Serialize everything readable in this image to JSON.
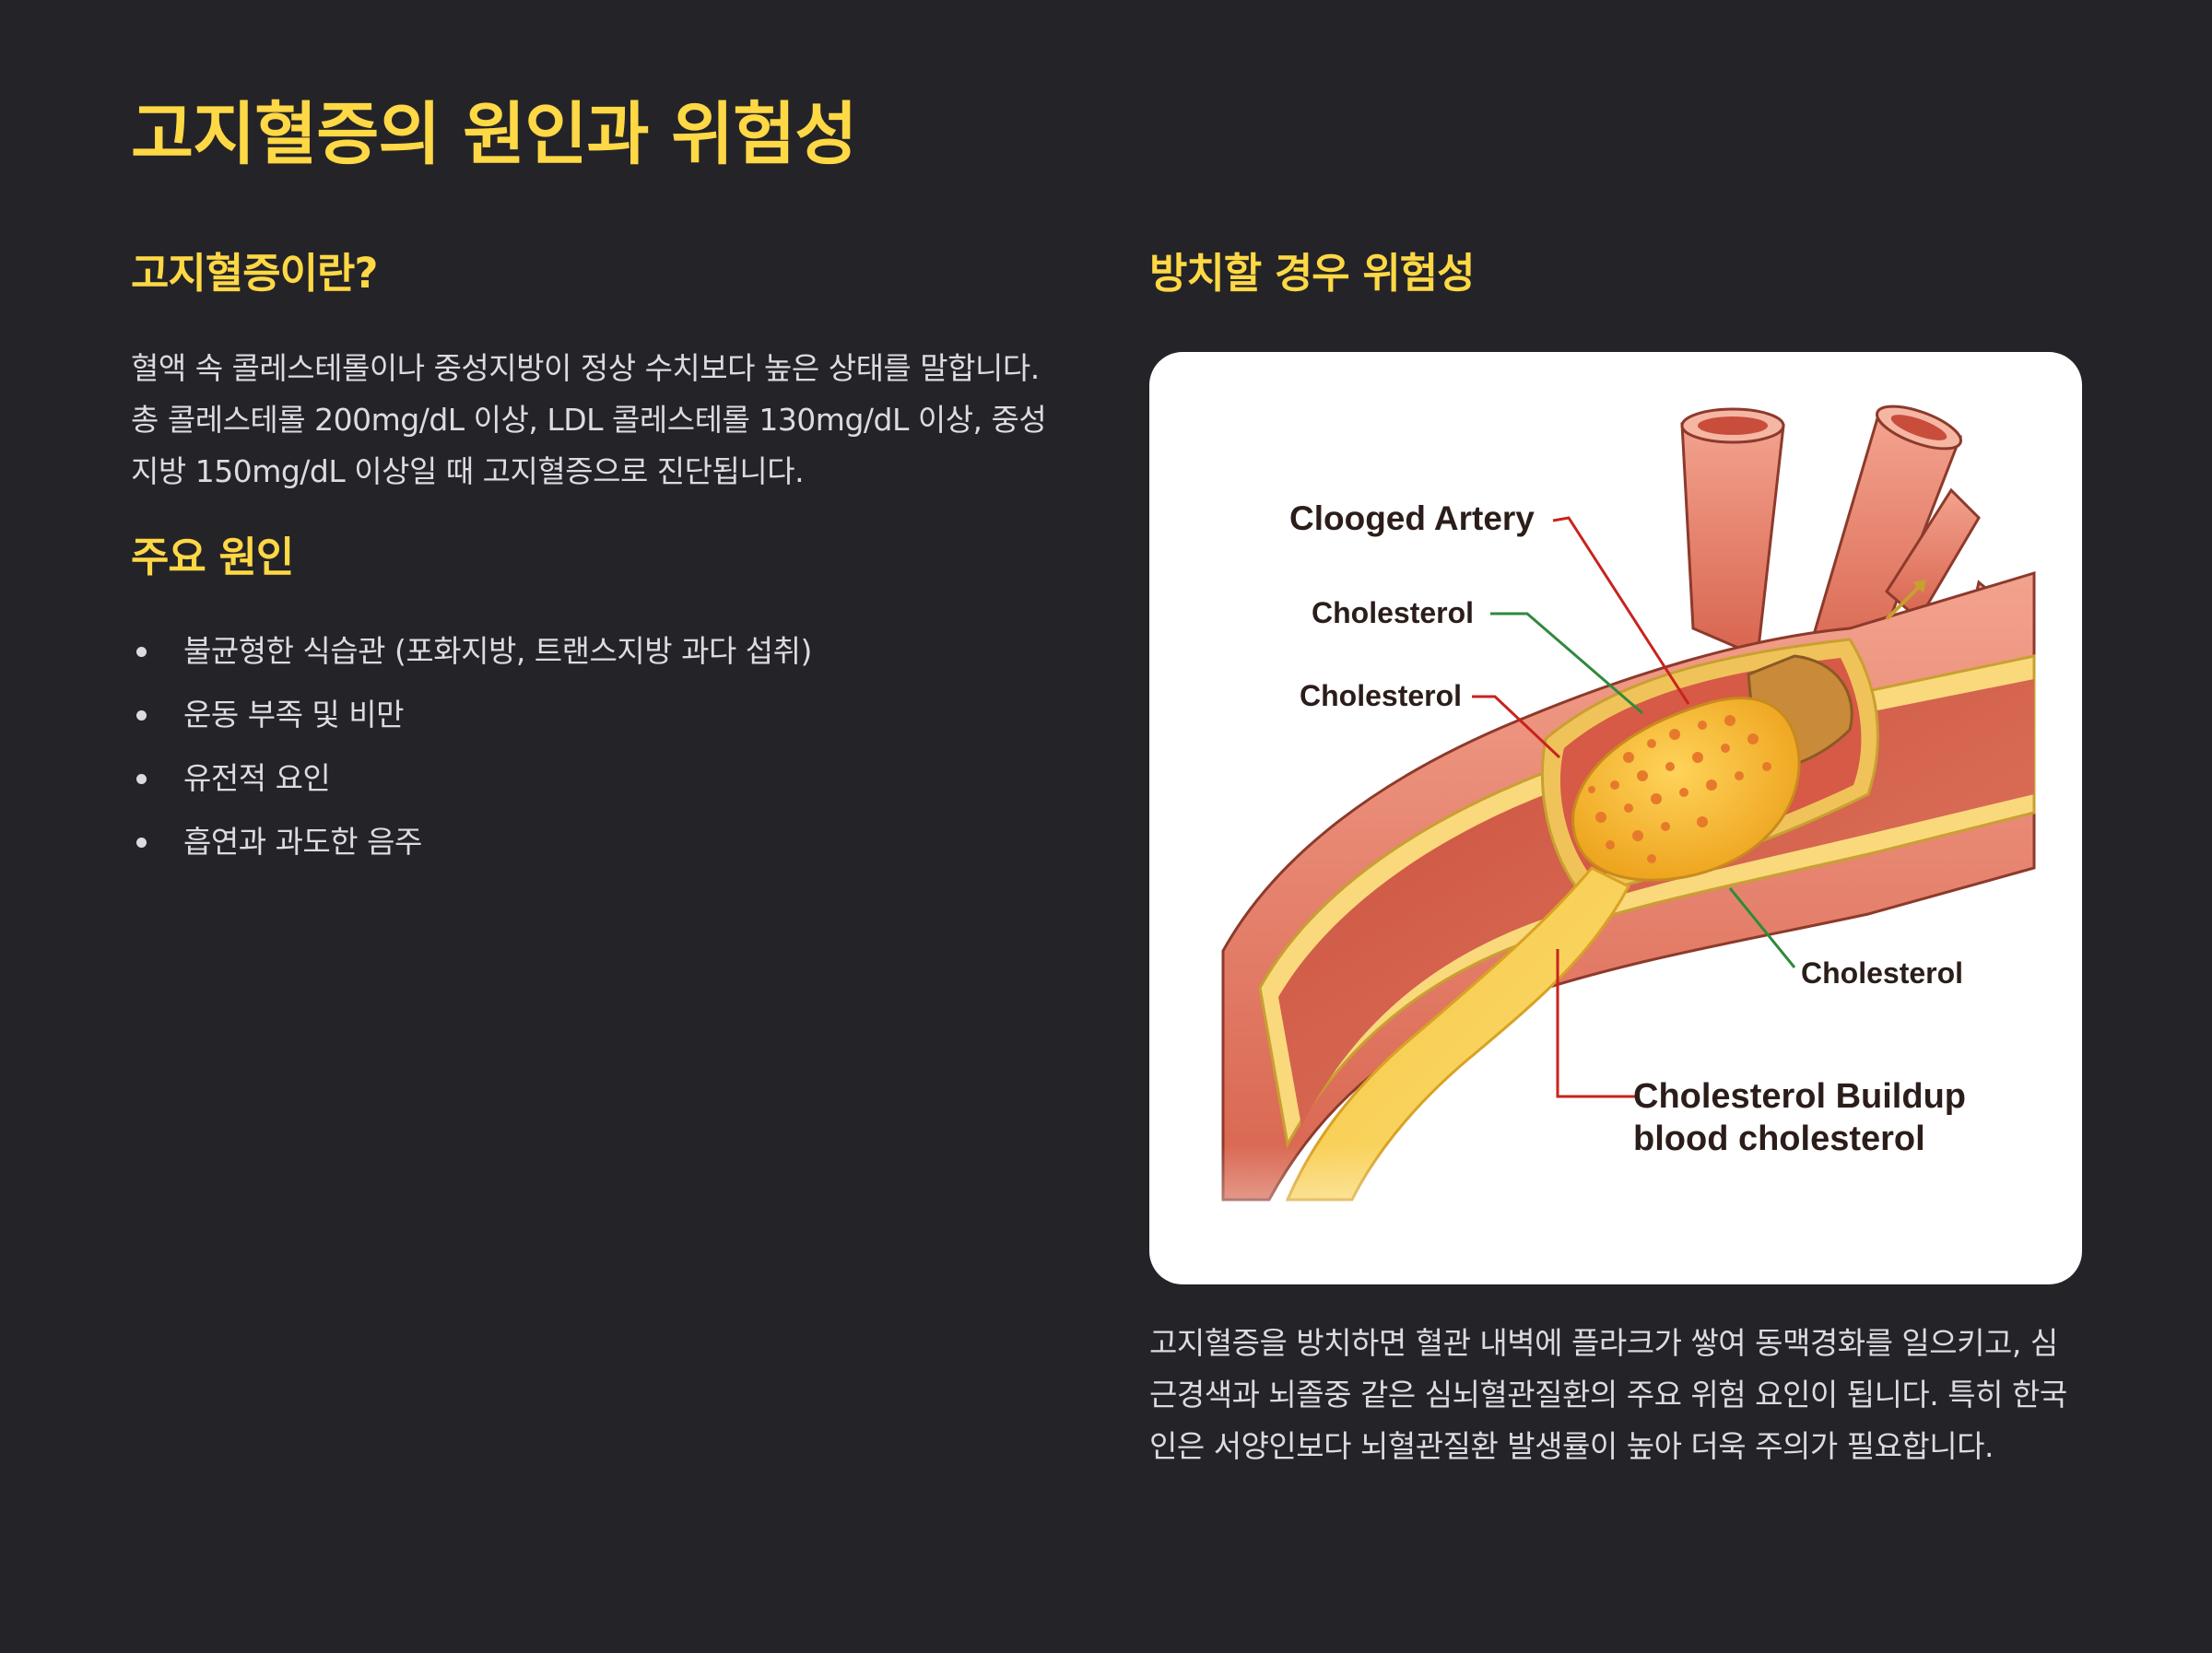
{
  "title": "고지혈증의 원인과 위험성",
  "left": {
    "definition_heading": "고지혈증이란?",
    "definition_text": "혈액 속 콜레스테롤이나 중성지방이 정상 수치보다 높은 상태를 말합니다. 총 콜레스테롤 200mg/dL 이상, LDL 콜레스테롤 130mg/dL 이상, 중성지방 150mg/dL 이상일 때 고지혈증으로 진단됩니다.",
    "causes_heading": "주요 원인",
    "causes": [
      "불균형한 식습관 (포화지방, 트랜스지방 과다 섭취)",
      "운동 부족 및 비만",
      "유전적 요인",
      "흡연과 과도한 음주"
    ]
  },
  "right": {
    "risk_heading": "방치할 경우 위험성",
    "illustration": {
      "labels": {
        "clogged_artery": "Clooged Artery",
        "cholesterol_1": "Cholesterol",
        "cholesterol_2": "Cholesterol",
        "cholesterol_3": "Cholesterol",
        "buildup_line1": "Cholesterol Buildup",
        "buildup_line2": "blood cholesterol"
      },
      "colors": {
        "artery_wall": "#e8826c",
        "artery_inner": "#d9624c",
        "plaque": "#f5b82e",
        "leader_red": "#c8231e",
        "leader_green": "#2f8a3c"
      }
    },
    "risk_text": "고지혈증을 방치하면 혈관 내벽에 플라크가 쌓여 동맥경화를 일으키고, 심근경색과 뇌졸중 같은 심뇌혈관질환의 주요 위험 요인이 됩니다. 특히 한국인은 서양인보다 뇌혈관질환 발생률이 높아 더욱 주의가 필요합니다."
  }
}
